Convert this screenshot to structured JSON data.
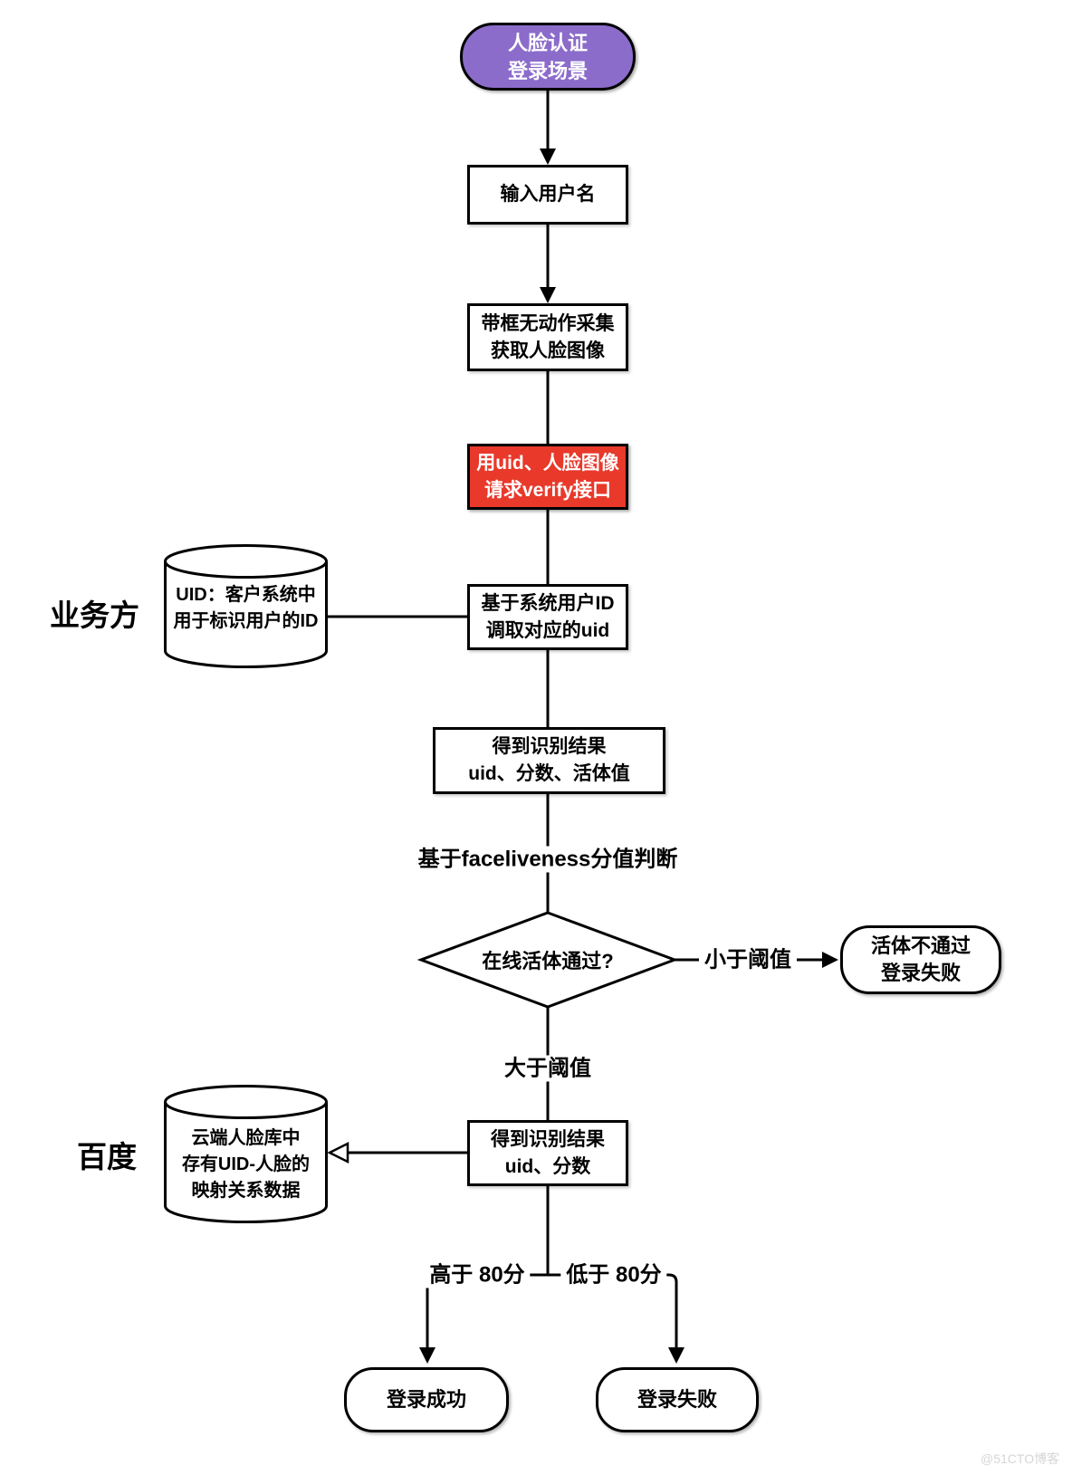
{
  "title": "人脸认证登录场景流程图",
  "colors": {
    "start_fill": "#8B6CCB",
    "alert_fill": "#E8392B",
    "stroke": "#000000",
    "watermark": "#D6D6D6"
  },
  "nodes": {
    "start": {
      "lines": [
        "人脸认证",
        "登录场景"
      ]
    },
    "input_username": {
      "label": "输入用户名"
    },
    "capture_face": {
      "lines": [
        "带框无动作采集",
        "获取人脸图像"
      ]
    },
    "verify_request": {
      "lines": [
        "用uid、人脸图像",
        "请求verify接口"
      ]
    },
    "uid_database": {
      "lines": [
        "UID：客户系统中",
        "用于标识用户的ID"
      ]
    },
    "fetch_uid": {
      "lines": [
        "基于系统用户ID",
        "调取对应的uid"
      ]
    },
    "result_with_liveness": {
      "lines": [
        "得到识别结果",
        "uid、分数、活体值"
      ]
    },
    "decision_liveness": {
      "label": "在线活体通过?"
    },
    "liveness_fail": {
      "lines": [
        "活体不通过",
        "登录失败"
      ]
    },
    "cloud_face_database": {
      "lines": [
        "云端人脸库中",
        "存有UID-人脸的",
        "映射关系数据"
      ]
    },
    "result_score": {
      "lines": [
        "得到识别结果",
        "uid、分数"
      ]
    },
    "login_success": {
      "label": "登录成功"
    },
    "login_fail": {
      "label": "登录失败"
    }
  },
  "edge_labels": {
    "judge_note": "基于faceliveness分值判断",
    "less_than_threshold": "小于阈值",
    "greater_than_threshold": "大于阈值",
    "above_80": {
      "lines": [
        "高于",
        "80分"
      ]
    },
    "below_80": {
      "lines": [
        "低于",
        "80分"
      ]
    }
  },
  "lanes": {
    "business": "业务方",
    "baidu": "百度"
  },
  "watermark": "@51CTO博客"
}
